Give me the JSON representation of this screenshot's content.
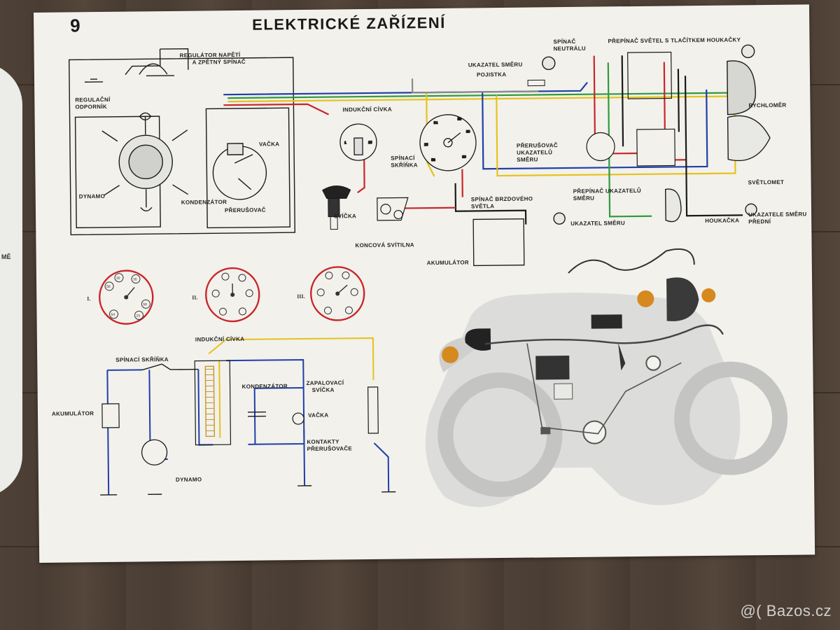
{
  "poster": {
    "number": "9",
    "title": "ELEKTRICKÉ ZAŘÍZENÍ"
  },
  "labels": {
    "regulator": [
      "REGULÁTOR NAPĚTÍ",
      "A ZPĚTNÝ SPÍNAČ"
    ],
    "regulacni": [
      "REGULAČNÍ",
      "ODPORNÍK"
    ],
    "dynamo": "DYNAMO",
    "kondenzator": "KONDENZÁTOR",
    "prerusovac": "PŘERUŠOVAČ",
    "vacka": "VAČKA",
    "indukcni": "INDUKČNÍ CÍVKA",
    "spinaci_skrinka": [
      "SPÍNACÍ",
      "SKŘÍŇKA"
    ],
    "svicka": "SVÍČKA",
    "koncova": "KONCOVÁ SVÍTILNA",
    "spinac_brzd": [
      "SPÍNAČ BRZDOVÉHO",
      "SVĚTLA"
    ],
    "akumulator": "AKUMULÁTOR",
    "spinac_neutralu": [
      "SPÍNAČ",
      "NEUTRÁLU"
    ],
    "prepinac_svetel": "PŘEPÍNAČ SVĚTEL S TLAČÍTKEM HOUKAČKY",
    "ukazatel_smeru_top": "UKAZATEL SMĚRU",
    "pojistka": "POJISTKA",
    "rychlomer": "RYCHLOMĚR",
    "prerusovac_uk": [
      "PŘERUŠOVAČ",
      "UKAZATELŮ",
      "SMĚRU"
    ],
    "svetlomet": "SVĚTLOMET",
    "prepinac_uk": [
      "PŘEPÍNAČ UKAZATELŮ",
      "SMĚRU"
    ],
    "ukazatel_smeru_bottom": "UKAZATEL SMĚRU",
    "houkacka": "HOUKAČKA",
    "ukazatele_predni": [
      "UKAZATELE SMĚRU",
      "PŘEDNÍ"
    ]
  },
  "terminals": {
    "coil_left": "1",
    "coil_right": "15",
    "switch": [
      "54",
      "56",
      "30",
      "15",
      "58",
      "30"
    ]
  },
  "switch_positions": {
    "roman": [
      "I.",
      "II.",
      "III."
    ],
    "contacts": [
      "30",
      "30",
      "56",
      "58",
      "54",
      "15"
    ]
  },
  "simple": {
    "spinaci_skrinka": "SPÍNACÍ SKŘÍŇKA",
    "indukcni": "INDUKČNÍ CÍVKA",
    "kondenzator": "KONDENZÁTOR",
    "zapalovaci": [
      "ZAPALOVACÍ",
      "SVÍČKA"
    ],
    "akumulator": "AKUMULÁTOR",
    "vacka": "VAČKA",
    "kontakty": [
      "KONTAKTY",
      "PŘERUŠOVAČE"
    ],
    "dynamo": "DYNAMO"
  },
  "partial_left": "MĚ",
  "watermark": "@( Bazos.cz",
  "colors": {
    "blue": "#1f3fa8",
    "green": "#2f9a3a",
    "yellow": "#e6c21c",
    "red": "#c8262a",
    "black": "#1a1a1a",
    "grey": "#8a8a8a"
  }
}
